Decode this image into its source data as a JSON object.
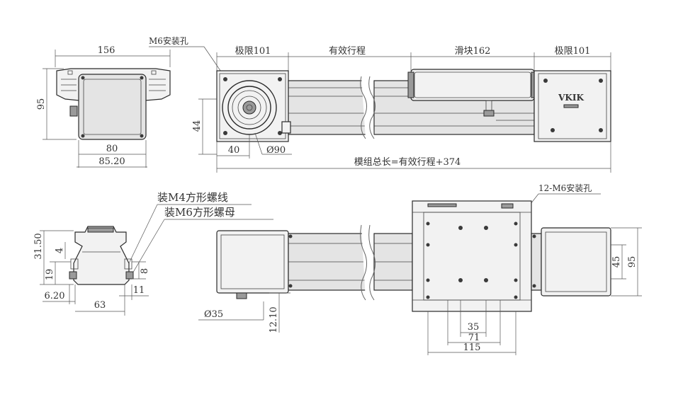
{
  "front_view": {
    "width_156": "156",
    "height_95": "95",
    "width_80": "80",
    "width_85_20": "85.20"
  },
  "side_view": {
    "mount_hole_label": "M6安装孔",
    "limit_left": "极限101",
    "effective_stroke": "有效行程",
    "slider_162": "滑块162",
    "limit_right": "极限101",
    "height_44": "44",
    "offset_40": "40",
    "diameter_90": "Ø90",
    "total_length": "模组总长=有效行程+374"
  },
  "profile_view": {
    "m4_nut_label": "装M4方形螺线",
    "m6_nut_label": "装M6方形螺母",
    "dim_31_50": "31.50",
    "dim_4": "4",
    "dim_19": "19",
    "dim_8": "8",
    "dim_6_20": "6.20",
    "dim_11": "11",
    "dim_63": "63"
  },
  "top_view": {
    "mount_holes_label": "12-M6安装孔",
    "dim_45": "45",
    "dim_95": "95",
    "diameter_35": "Ø35",
    "dim_12_10": "12.10",
    "dim_35": "35",
    "dim_71": "71",
    "dim_115": "115"
  },
  "brand_logo": "VKIK",
  "colors": {
    "line": "#2a2a2a",
    "fill": "#e4e4e4",
    "dark_fill": "#9a9a9a",
    "background": "#ffffff"
  }
}
